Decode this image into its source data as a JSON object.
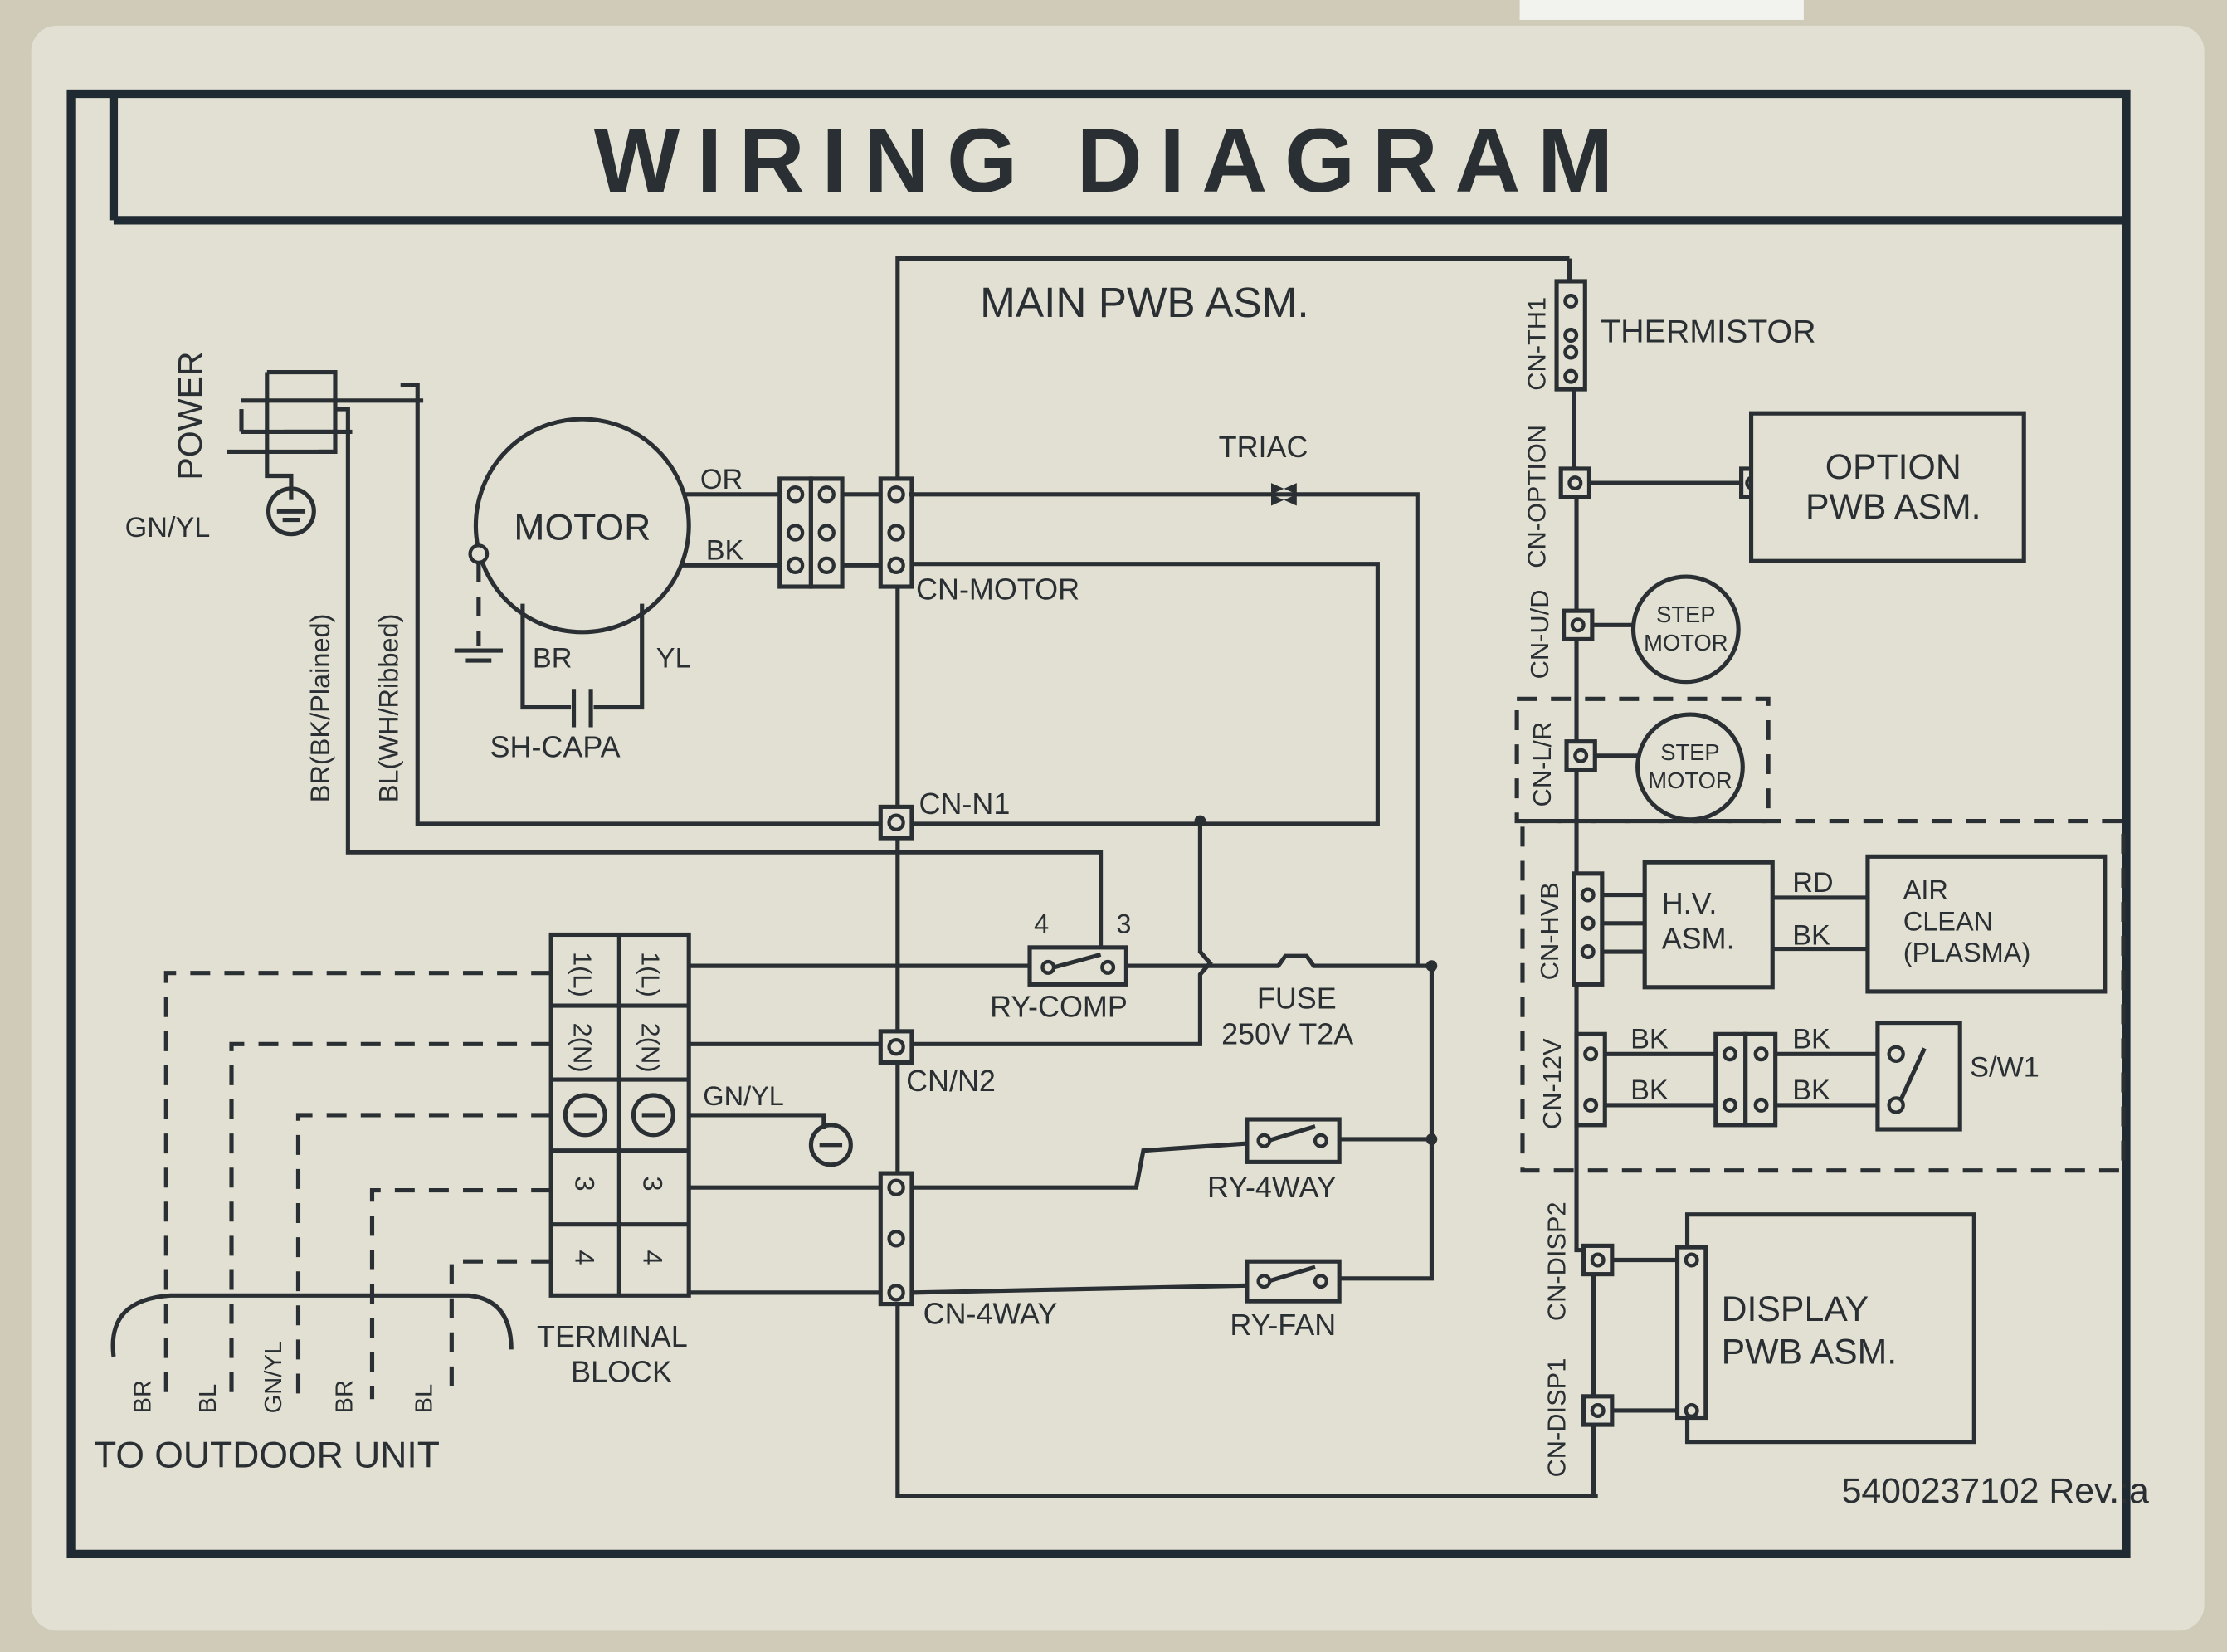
{
  "title": "WIRING DIAGRAM",
  "main_pwb": "MAIN PWB ASM.",
  "power": {
    "label": "POWER",
    "ground": "GN/YL",
    "wire_br": "BR(BK/Plained)",
    "wire_bl": "BL(WH/Ribbed)"
  },
  "motor": {
    "label": "MOTOR",
    "or": "OR",
    "bk": "BK",
    "br": "BR",
    "yl": "YL",
    "capacitor": "SH-CAPA",
    "connector": "CN-MOTOR"
  },
  "triac": "TRIAC",
  "connectors": {
    "n1": "CN-N1",
    "n2": "CN/N2",
    "fourway": "CN-4WAY",
    "th1": "CN-TH1",
    "option": "CN-OPTION",
    "ud": "CN-U/D",
    "lr": "CN-L/R",
    "hvb": "CN-HVB",
    "v12": "CN-12V",
    "disp2": "CN-DISP2",
    "disp1": "CN-DISP1"
  },
  "relays": {
    "comp": "RY-COMP",
    "comp_pin4": "4",
    "comp_pin3": "3",
    "fourway": "RY-4WAY",
    "fan": "RY-FAN"
  },
  "fuse": {
    "label": "FUSE",
    "rating": "250V T2A"
  },
  "thermistor": "THERMISTOR",
  "option_pwb": {
    "line1": "OPTION",
    "line2": "PWB ASM."
  },
  "step_motor": {
    "line1": "STEP",
    "line2": "MOTOR"
  },
  "hv_asm": {
    "line1": "H.V.",
    "line2": "ASM.",
    "rd": "RD",
    "bk": "BK"
  },
  "air_clean": {
    "line1": "AIR",
    "line2": "CLEAN",
    "line3": "(PLASMA)"
  },
  "switch": {
    "label": "S/W1",
    "bk": "BK"
  },
  "display_pwb": {
    "line1": "DISPLAY",
    "line2": "PWB ASM."
  },
  "terminal_block": {
    "line1": "TERMINAL",
    "line2": "BLOCK",
    "rows": [
      "1(L)",
      "2(N)",
      "3",
      "4"
    ],
    "ground": "GN/YL"
  },
  "outdoor": {
    "label": "TO OUTDOOR UNIT",
    "wires": [
      "BR",
      "BL",
      "GN/YL",
      "BR",
      "BL"
    ]
  },
  "part_number": "5400237102 Rev.:a",
  "colors": {
    "paper": "#e2e0d2",
    "ink": "#2a2f33",
    "background": "#cfcbb8"
  }
}
